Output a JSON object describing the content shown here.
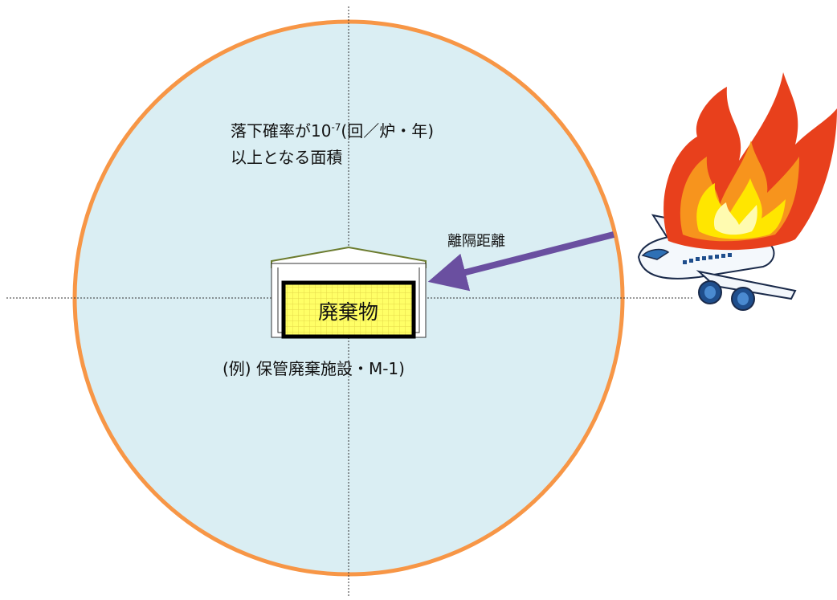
{
  "diagram": {
    "area_label": {
      "line1_prefix": "落下確率が10",
      "line1_exp": "-7",
      "line1_suffix": "(回／炉・年)",
      "line2": "以上となる面積"
    },
    "distance_label": "離隔距離",
    "waste_label": "廃棄物",
    "facility_caption": "(例) 保管廃棄施設・M-1)",
    "icons": [
      "aircraft-icon",
      "fire-icon"
    ],
    "colors": {
      "area_fill": "#daeef3",
      "area_border": "#f79646",
      "arrow": "#6a4fa0",
      "waste_fill": "#ffff66",
      "fire_outer": "#e8401c",
      "fire_inner": "#ffe600"
    }
  }
}
